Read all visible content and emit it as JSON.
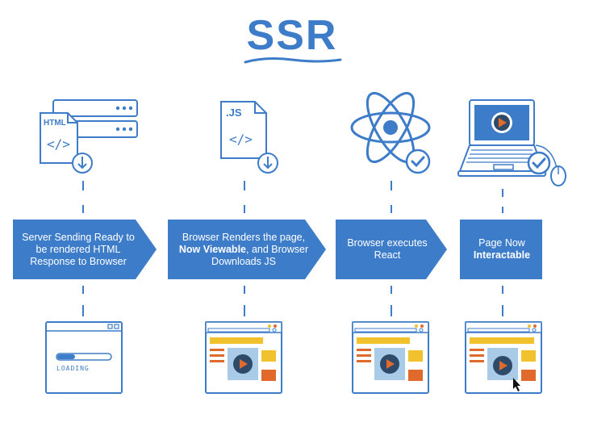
{
  "title": "SSR",
  "steps": [
    {
      "pre": "Server Sending Ready to be rendered HTML Response to Browser",
      "bold": "",
      "post": ""
    },
    {
      "pre": "Browser Renders the page, ",
      "bold": "Now Viewable",
      "post": ", and Browser Downloads JS"
    },
    {
      "pre": "Browser executes React",
      "bold": "",
      "post": ""
    },
    {
      "pre": "Page Now ",
      "bold": "Interactable",
      "post": ""
    }
  ],
  "icons": {
    "html_file_label": "HTML",
    "js_file_label": ".JS",
    "code_glyph": "</>"
  },
  "loading_label": "LOADING",
  "colors": {
    "blue": "#3d7cc9",
    "light_blue": "#a9cbe8",
    "yellow": "#f2c12e",
    "orange": "#e06a2c",
    "dark": "#2e4a6b"
  }
}
